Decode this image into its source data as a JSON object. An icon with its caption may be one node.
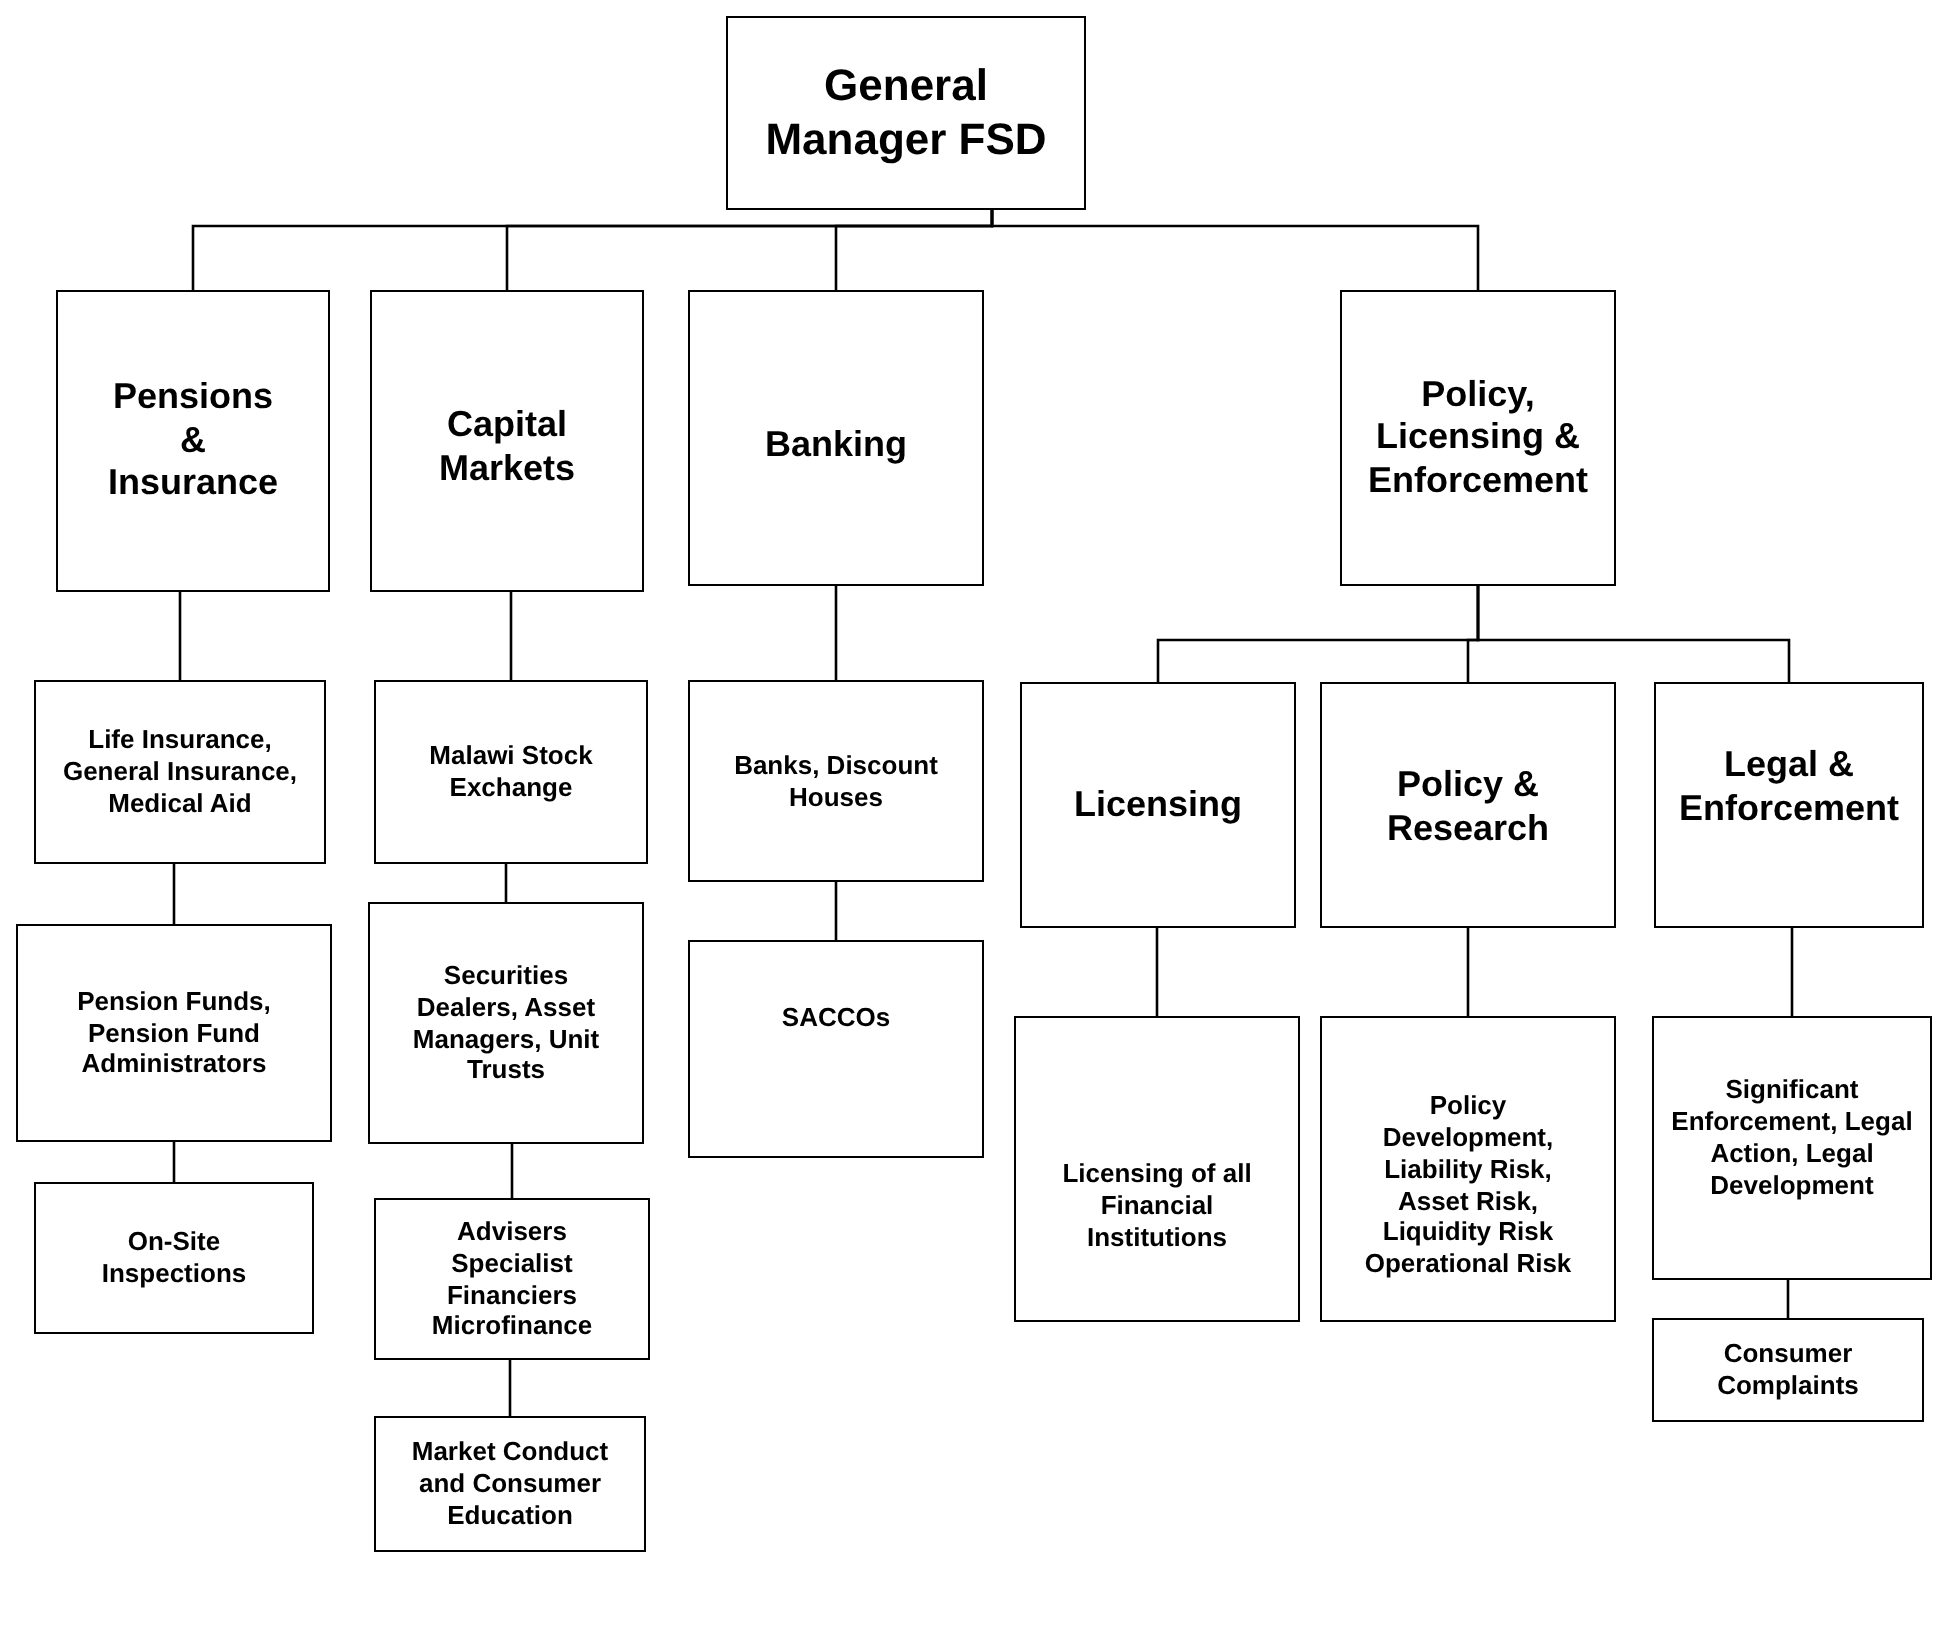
{
  "diagram": {
    "nodes": [
      {
        "text": [
          "General Manager FSD"
        ]
      },
      {
        "text": [
          "Pensions & Insurance"
        ]
      },
      {
        "text": [
          "Capital Markets"
        ]
      },
      {
        "text": [
          "Banking"
        ]
      },
      {
        "text": [
          "Policy, Licensing & Enforcement"
        ]
      },
      {
        "text": [
          "Life Insurance, General Insurance, Medical Aid"
        ]
      },
      {
        "text": [
          "Pension Funds, Pension Fund Administrators"
        ]
      },
      {
        "text": [
          "On-Site Inspections"
        ]
      },
      {
        "text": [
          "Malawi Stock Exchange"
        ]
      },
      {
        "text": [
          "Securities Dealers, Asset Managers, Unit Trusts"
        ]
      },
      {
        "text": [
          "Advisers Specialist Financiers Microfinance"
        ]
      },
      {
        "text": [
          "Market Conduct and Consumer Education"
        ]
      },
      {
        "text": [
          "Banks, Discount Houses"
        ]
      },
      {
        "text": [
          "SACCOs"
        ]
      },
      {
        "text": [
          "Licensing"
        ]
      },
      {
        "text": [
          "Policy & Research"
        ]
      },
      {
        "text": [
          "Legal & Enforcement"
        ]
      },
      {
        "text": [
          "Licensing of all Financial Institutions"
        ]
      },
      {
        "text": [
          "Policy Development, Liability Risk, Asset Risk, Liquidity Risk Operational Risk"
        ]
      },
      {
        "text": [
          "Significant Enforcement, Legal Action, Legal Development"
        ]
      },
      {
        "text": [
          "Consumer Complaints"
        ]
      }
    ],
    "edges": [
      {
        "from": 0,
        "to": 1,
        "arrow": "none"
      },
      {
        "from": 0,
        "to": 2,
        "arrow": "none"
      },
      {
        "from": 0,
        "to": 3,
        "arrow": "none"
      },
      {
        "from": 0,
        "to": 4,
        "arrow": "none"
      },
      {
        "from": 1,
        "to": 5,
        "arrow": "none"
      },
      {
        "from": 5,
        "to": 6,
        "arrow": "none"
      },
      {
        "from": 6,
        "to": 7,
        "arrow": "none"
      },
      {
        "from": 2,
        "to": 8,
        "arrow": "none"
      },
      {
        "from": 8,
        "to": 9,
        "arrow": "none"
      },
      {
        "from": 9,
        "to": 10,
        "arrow": "none"
      },
      {
        "from": 10,
        "to": 11,
        "arrow": "none"
      },
      {
        "from": 3,
        "to": 12,
        "arrow": "none"
      },
      {
        "from": 12,
        "to": 13,
        "arrow": "none"
      },
      {
        "from": 4,
        "to": 14,
        "arrow": "none"
      },
      {
        "from": 4,
        "to": 15,
        "arrow": "none"
      },
      {
        "from": 4,
        "to": 16,
        "arrow": "none"
      },
      {
        "from": 14,
        "to": 17,
        "arrow": "none"
      },
      {
        "from": 15,
        "to": 18,
        "arrow": "none"
      },
      {
        "from": 16,
        "to": 19,
        "arrow": "none"
      },
      {
        "from": 19,
        "to": 20,
        "arrow": "none"
      }
    ]
  }
}
